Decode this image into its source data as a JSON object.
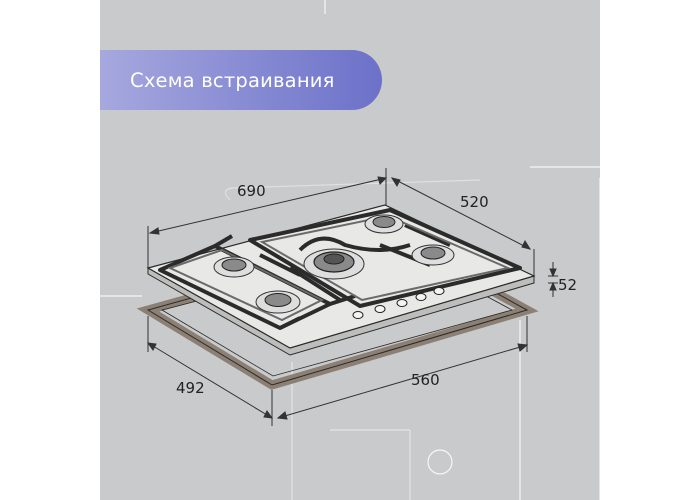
{
  "title": "Схема встраивания",
  "dimensions": {
    "hob_width": "690",
    "hob_depth": "520",
    "hob_height": "52",
    "cutout_width": "560",
    "cutout_depth": "492"
  },
  "colors": {
    "banner_start": "#a6a8de",
    "banner_end": "#6c71c9",
    "background": "#c9cacc",
    "hob_surface": "#e8e8e6",
    "grate": "#2b2b2b",
    "cutout_frame": "#8c7f74"
  },
  "icons": [
    "gas-hob-illustration",
    "cutout-frame",
    "dimension-arrow"
  ]
}
